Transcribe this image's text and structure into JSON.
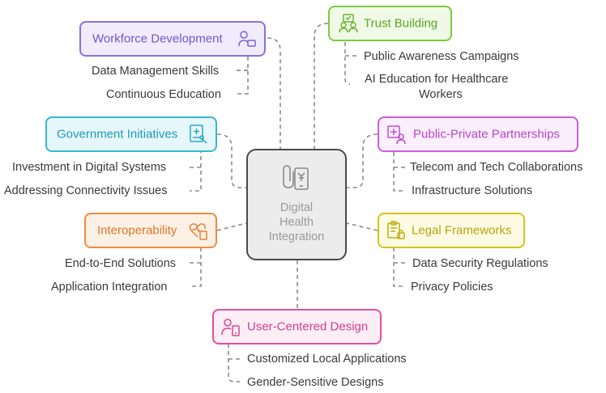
{
  "center": {
    "lines": [
      "Digital",
      "Health",
      "Integration"
    ],
    "icon": "phone-attachment-icon"
  },
  "nodes": {
    "workforce": {
      "title": "Workforce Development",
      "icon": "person-presenter-icon",
      "color": "#8a6fe0",
      "fill": "#f1ecfd",
      "items": [
        "Data Management Skills",
        "Continuous Education"
      ]
    },
    "trust": {
      "title": "Trust Building",
      "icon": "group-checkmark-icon",
      "color": "#7ec93e",
      "fill": "#f0f9e6",
      "items": [
        "Public Awareness Campaigns",
        "AI Education for Healthcare",
        "Workers"
      ]
    },
    "government": {
      "title": "Government Initiatives",
      "icon": "medical-document-icon",
      "color": "#36b8d0",
      "fill": "#e6f7fb",
      "items": [
        "Investment in Digital Systems",
        "Addressing Connectivity Issues"
      ]
    },
    "partnerships": {
      "title": "Public-Private Partnerships",
      "icon": "hospital-person-icon",
      "color": "#cc5fdc",
      "fill": "#fbeefd",
      "items": [
        "Telecom and Tech Collaborations",
        "Infrastructure Solutions"
      ]
    },
    "interoperability": {
      "title": "Interoperability",
      "icon": "heart-device-icon",
      "color": "#f08a3c",
      "fill": "#fdf1e6",
      "items": [
        "End-to-End Solutions",
        "Application Integration"
      ]
    },
    "legal": {
      "title": "Legal Frameworks",
      "icon": "clipboard-lock-icon",
      "color": "#d6c21c",
      "fill": "#fdfbe4",
      "items": [
        "Data Security Regulations",
        "Privacy Policies"
      ]
    },
    "usercentered": {
      "title": "User-Centered Design",
      "icon": "person-phone-icon",
      "color": "#e14f9c",
      "fill": "#fdeef6",
      "items": [
        "Customized Local Applications",
        "Gender-Sensitive Designs"
      ]
    }
  }
}
